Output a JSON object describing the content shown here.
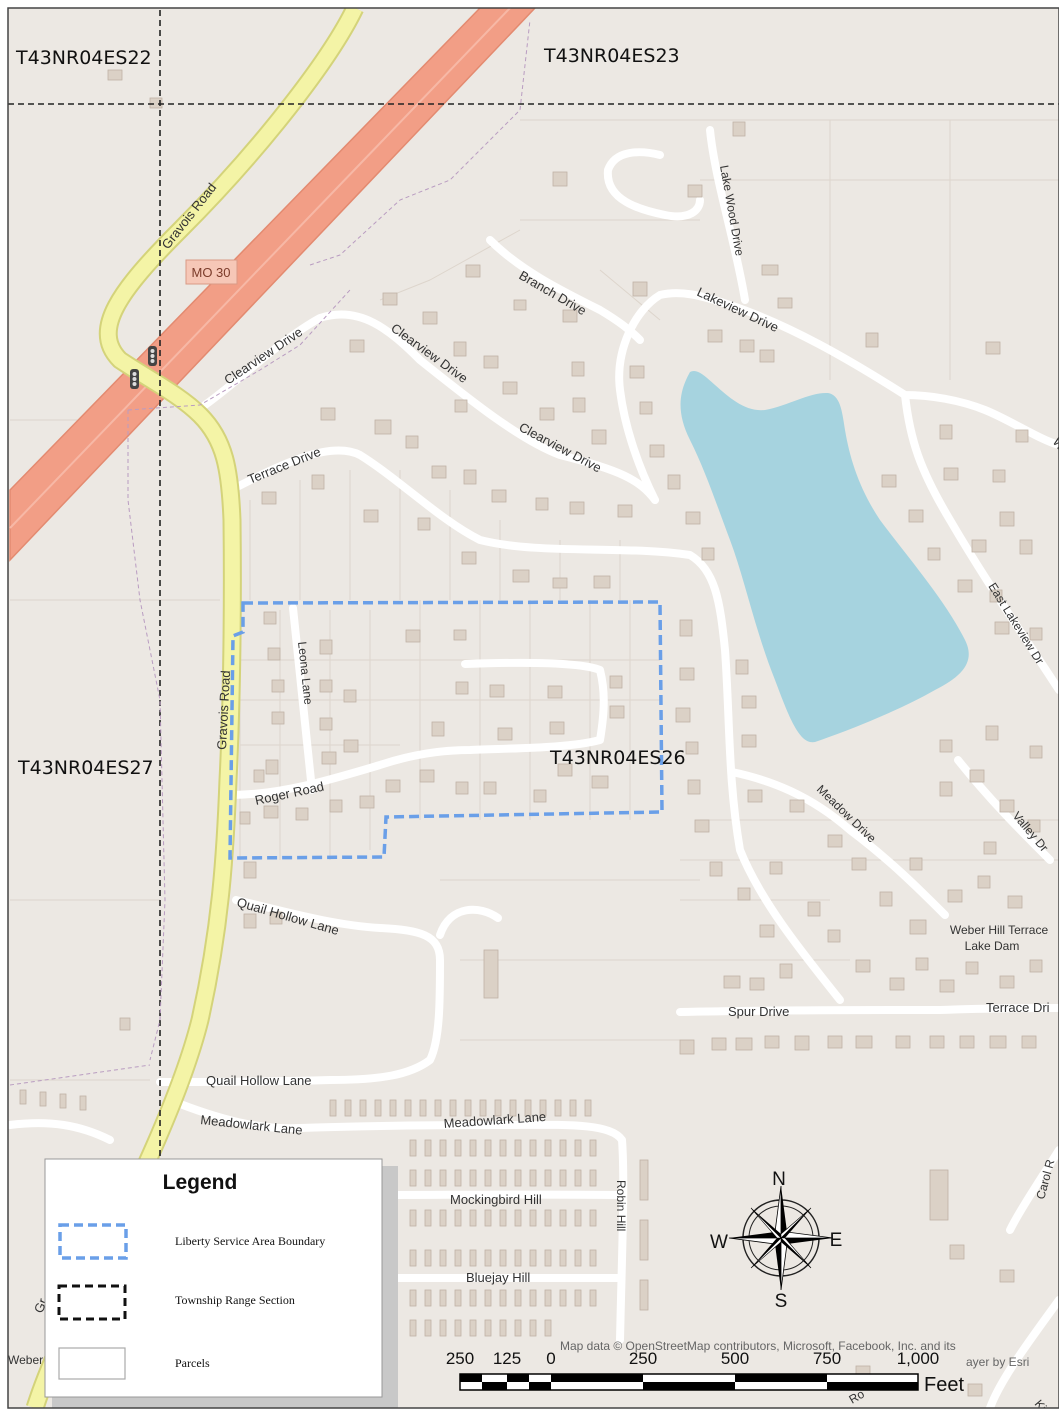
{
  "sections": {
    "s22": "T43NR04ES22",
    "s23": "T43NR04ES23",
    "s27": "T43NR04ES27",
    "s26": "T43NR04ES26"
  },
  "shield": {
    "label": "MO 30"
  },
  "roads": {
    "gravois_a": "Gravois Road",
    "gravois_b": "Gravois Road",
    "gravois_c": "Gr",
    "clearview_a": "Clearview Drive",
    "clearview_b": "Clearview Drive",
    "clearview_c": "Clearview Drive",
    "terrace": "Terrace Drive",
    "branch": "Branch Drive",
    "lakewood": "Lake Wood Drive",
    "lakeview": "Lakeview Drive",
    "east_lakeview": "East Lakeview Dr",
    "leona": "Leona Lane",
    "roger": "Roger Road",
    "meadow": "Meadow Drive",
    "valley": "Valley Dr",
    "quail_a": "Quail Hollow Lane",
    "quail_b": "Quail Hollow Lane",
    "spur": "Spur Drive",
    "terrace_dr": "Terrace Dri",
    "meadowlark_a": "Meadowlark Lane",
    "meadowlark_b": "Meadowlark Lane",
    "mockingbird": "Mockingbird Hill",
    "bluejay": "Bluejay Hill",
    "robin": "Robin Hill",
    "carol": "Carol R",
    "weber_edge": "Weber",
    "ro_edge": "Ro",
    "king_edge": "King",
    "w_edge": "W"
  },
  "features": {
    "dam": [
      "Weber Hill Terrace",
      "Lake Dam"
    ]
  },
  "legend": {
    "title": "Legend",
    "items": [
      "Liberty Service Area Boundary",
      "Township Range Section",
      "Parcels"
    ]
  },
  "compass": {
    "n": "N",
    "s": "S",
    "e": "E",
    "w": "W"
  },
  "attribution": [
    "Map data © OpenStreetMap contributors, Microsoft, Facebook, Inc. and its",
    "ayer by Esri"
  ],
  "scale": {
    "ticks": [
      "250",
      "125",
      "0",
      "250",
      "500",
      "750",
      "1,000"
    ],
    "unit": "Feet"
  },
  "colors": {
    "land": "#ece8e3",
    "road": "#ffffff",
    "highway": "#f29e86",
    "gravois": "#f4f4a6",
    "water": "#a6d3df",
    "building": "#dbd1c6",
    "boundary": "#6a9fe8"
  }
}
